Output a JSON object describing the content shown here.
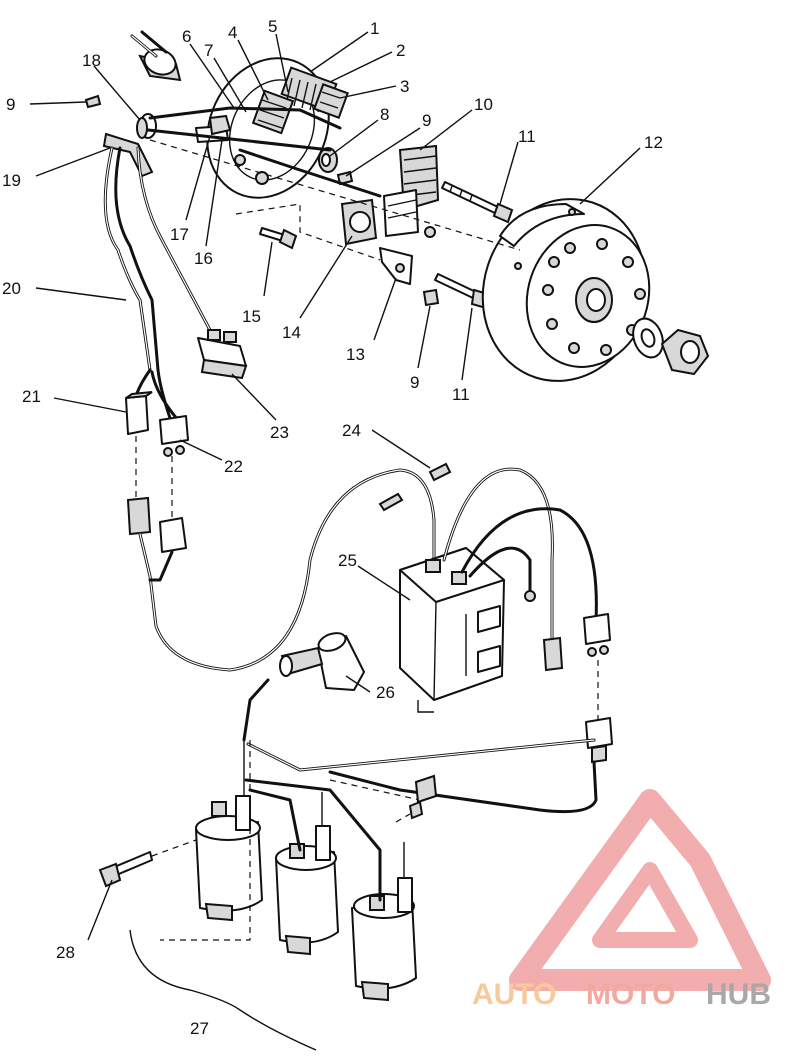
{
  "callouts": [
    {
      "id": "1",
      "label": "1"
    },
    {
      "id": "2",
      "label": "2"
    },
    {
      "id": "3",
      "label": "3"
    },
    {
      "id": "4",
      "label": "4"
    },
    {
      "id": "5",
      "label": "5"
    },
    {
      "id": "6",
      "label": "6"
    },
    {
      "id": "7",
      "label": "7"
    },
    {
      "id": "8",
      "label": "8"
    },
    {
      "id": "9a",
      "label": "9"
    },
    {
      "id": "9b",
      "label": "9"
    },
    {
      "id": "9c",
      "label": "9"
    },
    {
      "id": "10",
      "label": "10"
    },
    {
      "id": "11a",
      "label": "11"
    },
    {
      "id": "11b",
      "label": "11"
    },
    {
      "id": "12",
      "label": "12"
    },
    {
      "id": "13",
      "label": "13"
    },
    {
      "id": "14",
      "label": "14"
    },
    {
      "id": "15",
      "label": "15"
    },
    {
      "id": "16",
      "label": "16"
    },
    {
      "id": "17",
      "label": "17"
    },
    {
      "id": "18",
      "label": "18"
    },
    {
      "id": "19",
      "label": "19"
    },
    {
      "id": "20",
      "label": "20"
    },
    {
      "id": "21",
      "label": "21"
    },
    {
      "id": "22",
      "label": "22"
    },
    {
      "id": "23",
      "label": "23"
    },
    {
      "id": "24",
      "label": "24"
    },
    {
      "id": "25",
      "label": "25"
    },
    {
      "id": "26",
      "label": "26"
    },
    {
      "id": "27",
      "label": "27"
    },
    {
      "id": "28",
      "label": "28"
    }
  ],
  "watermark": {
    "part1": "AUTO",
    "part2": "MOTO",
    "part3": "HUB",
    "color_light": "#f7c08a",
    "color_mid": "#f29a8f",
    "color_dark": "#9a9a9a"
  }
}
